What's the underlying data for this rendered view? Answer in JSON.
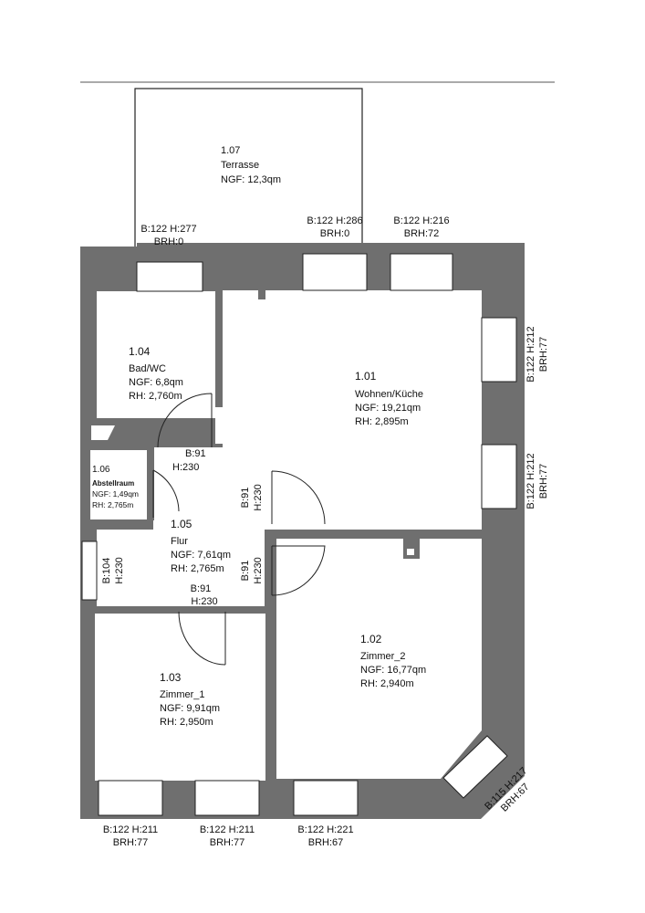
{
  "rooms": {
    "r107": {
      "number": "1.07",
      "name": "Terrasse",
      "area": "NGF: 12,3qm"
    },
    "r104": {
      "number": "1.04",
      "name": "Bad/WC",
      "area": "NGF: 6,8qm",
      "height": "RH: 2,760m"
    },
    "r101": {
      "number": "1.01",
      "name": "Wohnen/Küche",
      "area": "NGF: 19,21qm",
      "height": "RH: 2,895m"
    },
    "r106": {
      "number": "1.06",
      "name": "Abstellraum",
      "area": "NGF: 1,49qm",
      "height": "RH: 2,765m"
    },
    "r105": {
      "number": "1.05",
      "name": "Flur",
      "area": "NGF: 7,61qm",
      "height": "RH: 2,765m"
    },
    "r103": {
      "number": "1.03",
      "name": "Zimmer_1",
      "area": "NGF: 9,91qm",
      "height": "RH: 2,950m"
    },
    "r102": {
      "number": "1.02",
      "name": "Zimmer_2",
      "area": "NGF: 16,77qm",
      "height": "RH: 2,940m"
    }
  },
  "openings": {
    "top1": {
      "dims": "B:122 H:277",
      "sill": "BRH:0"
    },
    "top2": {
      "dims": "B:122 H:286",
      "sill": "BRH:0"
    },
    "top3": {
      "dims": "B:122 H:216",
      "sill": "BRH:72"
    },
    "right1": {
      "dims": "B:122 H:212",
      "sill": "BRH:77"
    },
    "right2": {
      "dims": "B:122 H:212",
      "sill": "BRH:77"
    },
    "bay": {
      "dims": "B:115 H:217",
      "sill": "BRH:67"
    },
    "bottom1": {
      "dims": "B:122 H:211",
      "sill": "BRH:77"
    },
    "bottom2": {
      "dims": "B:122 H:211",
      "sill": "BRH:77"
    },
    "bottom3": {
      "dims": "B:122 H:221",
      "sill": "BRH:67"
    },
    "door_flur_top": {
      "width": "B:91",
      "height": "H:230"
    },
    "door_flur_bottom": {
      "width": "B:91",
      "height": "H:230"
    },
    "door_wohnen": {
      "width": "B:91",
      "height": "H:230"
    },
    "door_zimmer2": {
      "width": "B:91",
      "height": "H:230"
    },
    "door_entry": {
      "width": "B:104",
      "height": "H:230"
    }
  }
}
